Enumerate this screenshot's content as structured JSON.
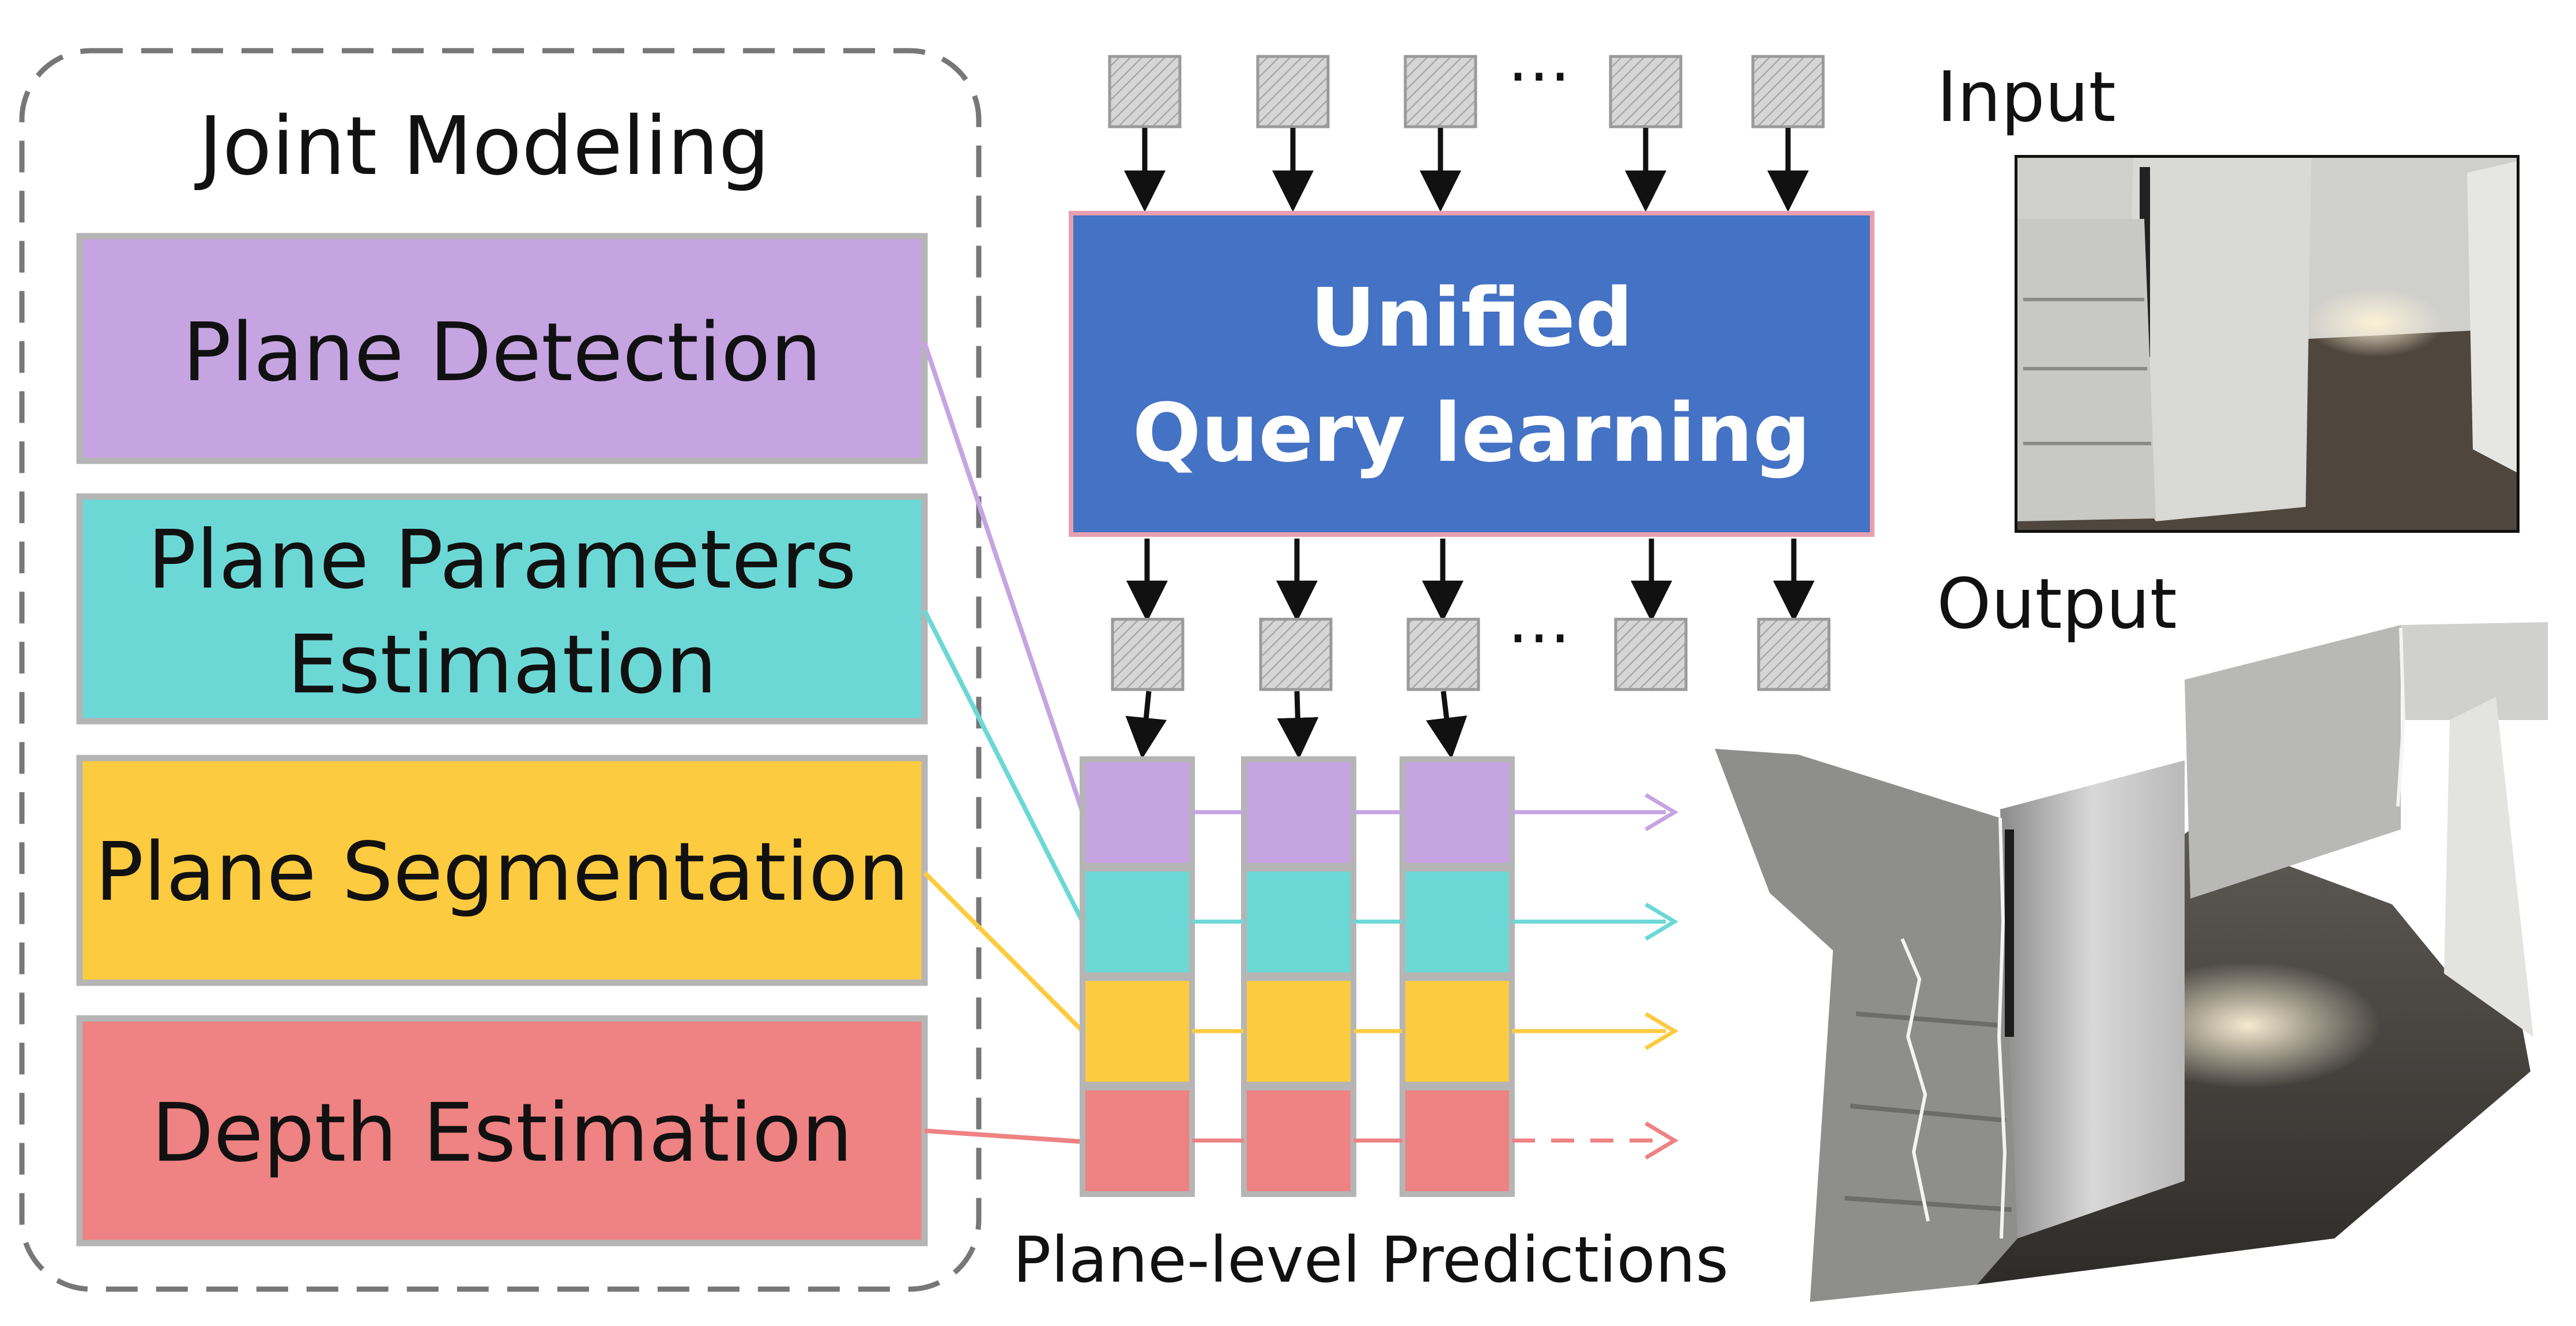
{
  "joint_modeling": {
    "title": "Joint Modeling",
    "tasks": [
      {
        "label_lines": [
          "Plane Detection"
        ],
        "color": "#C6A4E2"
      },
      {
        "label_lines": [
          "Plane Parameters",
          "Estimation"
        ],
        "color": "#6CD8D6"
      },
      {
        "label_lines": [
          "Plane Segmentation"
        ],
        "color": "#FDCB40"
      },
      {
        "label_lines": [
          "Depth Estimation"
        ],
        "color": "#EF8282"
      }
    ]
  },
  "query_block": {
    "title_lines": [
      "Unified",
      "Query learning"
    ],
    "color": "#4472C4",
    "border_color": "#E8A0B0"
  },
  "ellipsis": "…",
  "predictions_label": "Plane-level Predictions",
  "input_label": "Input",
  "output_label": "Output",
  "colors": {
    "query_tile": "#D6D6D6",
    "frame_dash": "#777777",
    "arrow": "#111111"
  }
}
